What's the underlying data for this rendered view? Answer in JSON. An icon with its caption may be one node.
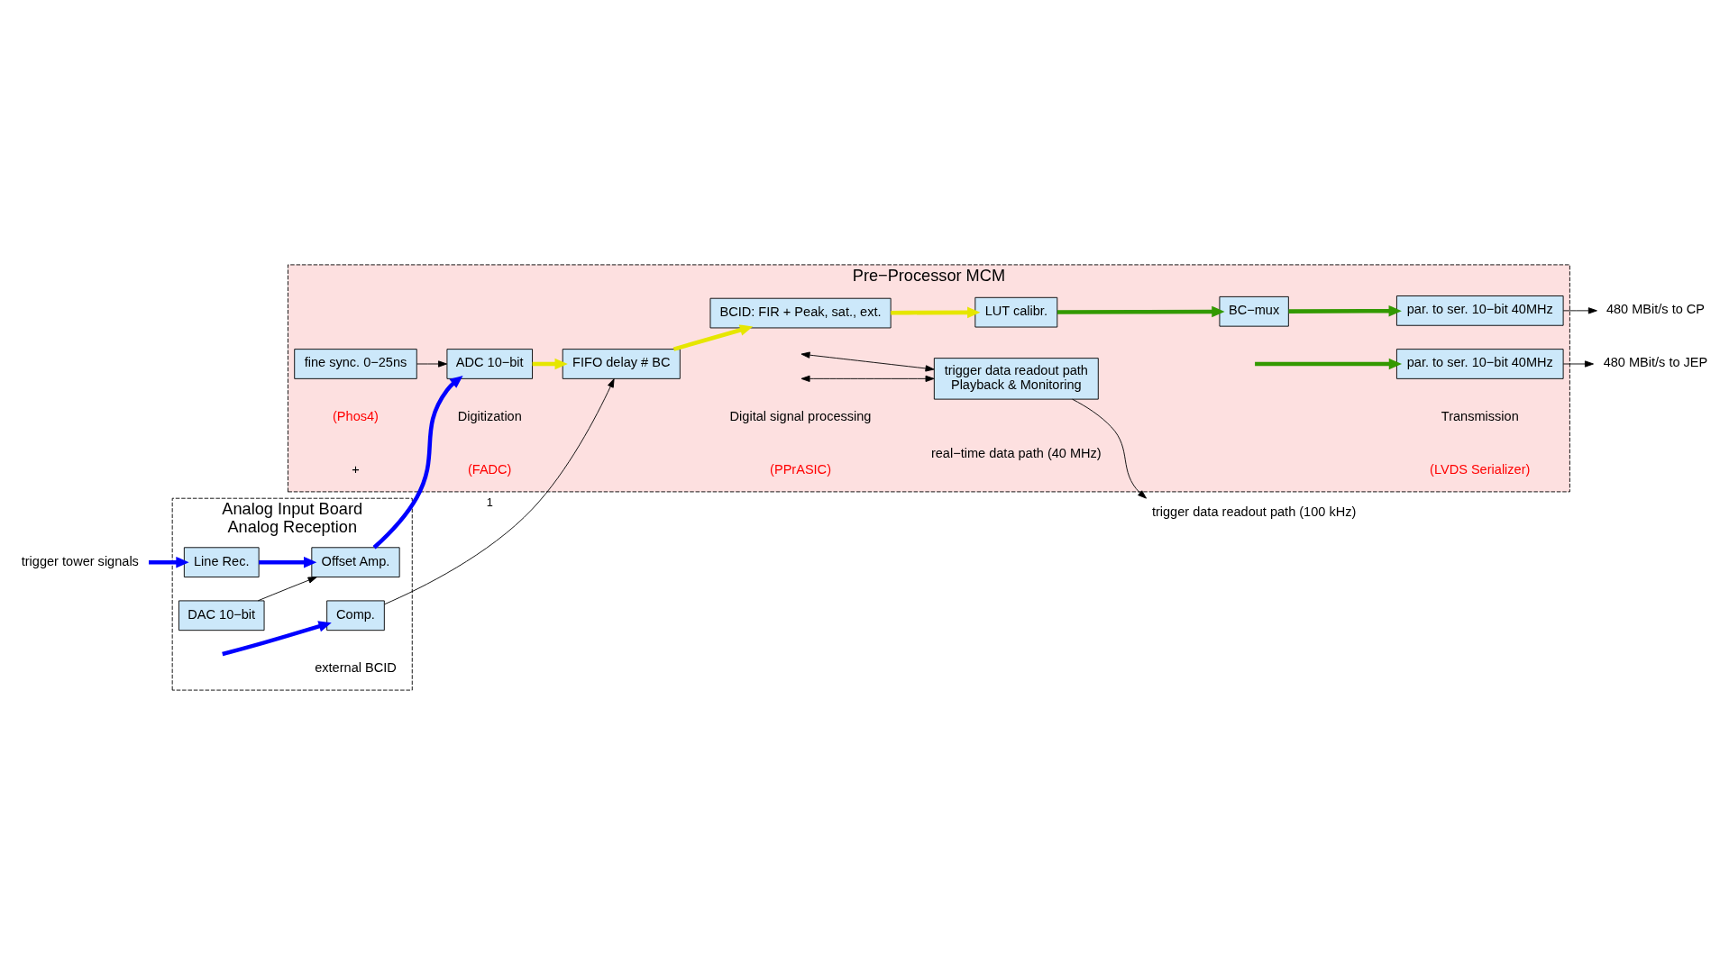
{
  "diagram": {
    "nodes": [
      {
        "text": [
          "Analog Input Board",
          "Analog Reception"
        ]
      },
      {
        "text": [
          "Pre−Processor MCM"
        ]
      },
      {
        "text": [
          "Line Rec."
        ],
        "in": 0
      },
      {
        "text": [
          "Offset Amp."
        ],
        "in": 0
      },
      {
        "text": [
          "DAC 10−bit"
        ],
        "in": 0
      },
      {
        "text": [
          "Comp."
        ],
        "in": 0
      },
      {
        "text": [
          "ADC 10−bit"
        ],
        "in": 1
      },
      {
        "text": [
          "fine sync. 0−25ns"
        ],
        "in": 1
      },
      {
        "text": [
          "FIFO delay # BC"
        ],
        "in": 1
      },
      {
        "text": [
          "BCID: FIR + Peak, sat., ext."
        ],
        "in": 1
      },
      {
        "text": [
          "LUT calibr."
        ],
        "in": 1
      },
      {
        "text": [
          "BC−mux"
        ],
        "in": 1
      },
      {
        "text": [
          "par. to ser. 10−bit 40MHz"
        ],
        "in": 1
      },
      {
        "text": [
          "trigger data readout path",
          "Playback & Monitoring"
        ],
        "in": 1
      },
      {
        "text": [
          "par. to ser. 10−bit 40MHz"
        ],
        "in": 1
      },
      {
        "text": [
          "trigger tower signals"
        ]
      },
      {
        "text": [
          "480 MBit/s to CP"
        ]
      },
      {
        "text": [
          "480 MBit/s to JEP"
        ]
      },
      {
        "text": [
          "trigger data readout path (100 kHz)"
        ]
      }
    ],
    "edges": [
      {
        "from": 15,
        "to": 2,
        "arrow": "to",
        "color": "#0000ff"
      },
      {
        "from": 2,
        "to": 3,
        "arrow": "to",
        "color": "#0000ff"
      },
      {
        "from": 3,
        "to": 6,
        "arrow": "to",
        "color": "#0000ff"
      },
      {
        "from": null,
        "to": 5,
        "arrow": "to",
        "color": "#0000ff"
      },
      {
        "from": 4,
        "to": 3,
        "arrow": "to"
      },
      {
        "from": 7,
        "to": 6,
        "arrow": "to"
      },
      {
        "from": 6,
        "to": 8,
        "arrow": "to",
        "color": "#e6e600"
      },
      {
        "from": 5,
        "to": 8,
        "arrow": "to",
        "label": "1"
      },
      {
        "from": 8,
        "to": 9,
        "arrow": "to",
        "color": "#e6e600"
      },
      {
        "from": null,
        "to": 13,
        "arrow": "both"
      },
      {
        "from": 9,
        "to": 10,
        "arrow": "to",
        "color": "#e6e600"
      },
      {
        "from": 10,
        "to": 11,
        "arrow": "to",
        "color": "#339900"
      },
      {
        "from": null,
        "to": 13,
        "arrow": "both"
      },
      {
        "from": 11,
        "to": 12,
        "arrow": "to",
        "color": "#339900"
      },
      {
        "from": null,
        "to": 14,
        "arrow": "to",
        "color": "#339900"
      },
      {
        "from": 12,
        "to": 16,
        "arrow": "to"
      },
      {
        "from": 14,
        "to": 17,
        "arrow": "to"
      },
      {
        "from": 13,
        "to": 18,
        "arrow": "to"
      }
    ],
    "labels": [
      "Digitization",
      "(FADC)",
      "Digital signal processing",
      "(PPrASIC)",
      "Transmission",
      "(LVDS Serializer)",
      "real−time data path (40 MHz)",
      "(Phos4)",
      "+",
      "external BCID"
    ]
  }
}
